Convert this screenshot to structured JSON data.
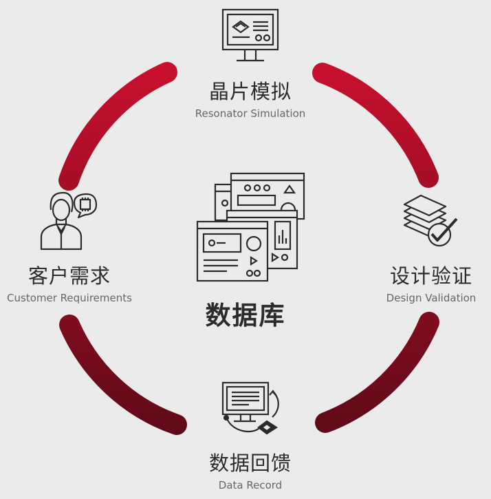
{
  "colors": {
    "background": "#ebebeb",
    "arc_start": "#c8102e",
    "arc_end": "#5e0a18",
    "icon_stroke": "#2b2b2b"
  },
  "center": {
    "title": "数据库",
    "icon": "database-windows-icon"
  },
  "nodes": {
    "top": {
      "zh": "晶片模拟",
      "en": "Resonator Simulation",
      "icon": "monitor-chip-icon"
    },
    "right": {
      "zh": "设计验证",
      "en": "Design Validation",
      "icon": "layers-check-icon"
    },
    "bottom": {
      "zh": "数据回馈",
      "en": "Data Record",
      "icon": "monitor-feedback-icon"
    },
    "left": {
      "zh": "客户需求",
      "en": "Customer Requirements",
      "icon": "customer-chip-icon"
    }
  }
}
